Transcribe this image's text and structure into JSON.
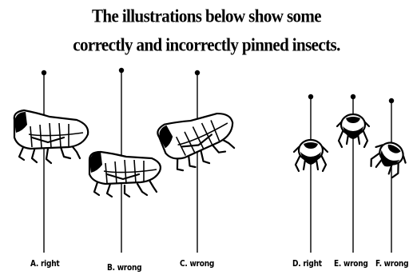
{
  "title": {
    "line1": "The illustrations below show some",
    "line2": "correctly and incorrectly pinned insects."
  },
  "captions": {
    "a": "A. right",
    "b": "B. wrong",
    "c": "C. wrong",
    "d": "D. right",
    "e": "E. wrong",
    "f": "F. wrong"
  },
  "colors": {
    "ink": "#000000",
    "background": "#ffffff"
  }
}
